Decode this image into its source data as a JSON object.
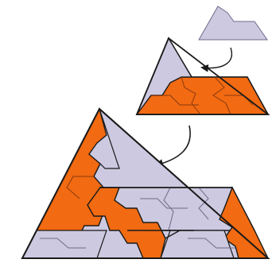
{
  "colors": {
    "lavender": "#ccc9e0",
    "orange": "#f26a11",
    "outline": "#1a1a1a",
    "inner_line": "#6e6a8a",
    "background": "#ffffff"
  },
  "stages": [
    {
      "name": "single-tile",
      "pieces": 1
    },
    {
      "name": "medium-triangle",
      "pieces": 9
    },
    {
      "name": "large-triangle",
      "pieces": 27
    }
  ],
  "arrows": [
    {
      "from": "single-tile",
      "to": "medium-triangle",
      "style": "curved-arrow"
    },
    {
      "from": "medium-triangle",
      "to": "large-triangle",
      "style": "curved-arrow"
    }
  ]
}
